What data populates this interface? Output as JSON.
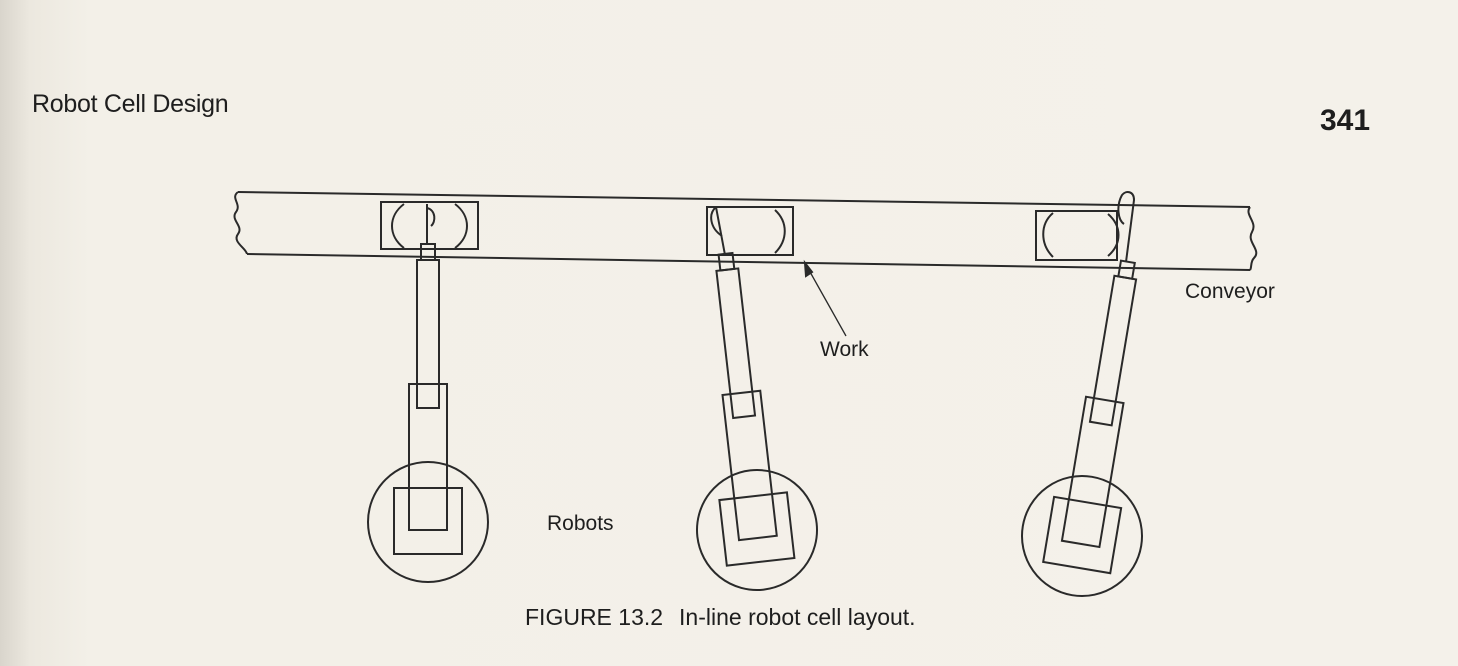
{
  "page": {
    "running_head": "Robot Cell Design",
    "page_number": "341"
  },
  "figure": {
    "number": "FIGURE 13.2",
    "title": "In-line robot cell layout.",
    "labels": {
      "conveyor": "Conveyor",
      "work": "Work",
      "robots": "Robots"
    },
    "robot_count": 3
  }
}
